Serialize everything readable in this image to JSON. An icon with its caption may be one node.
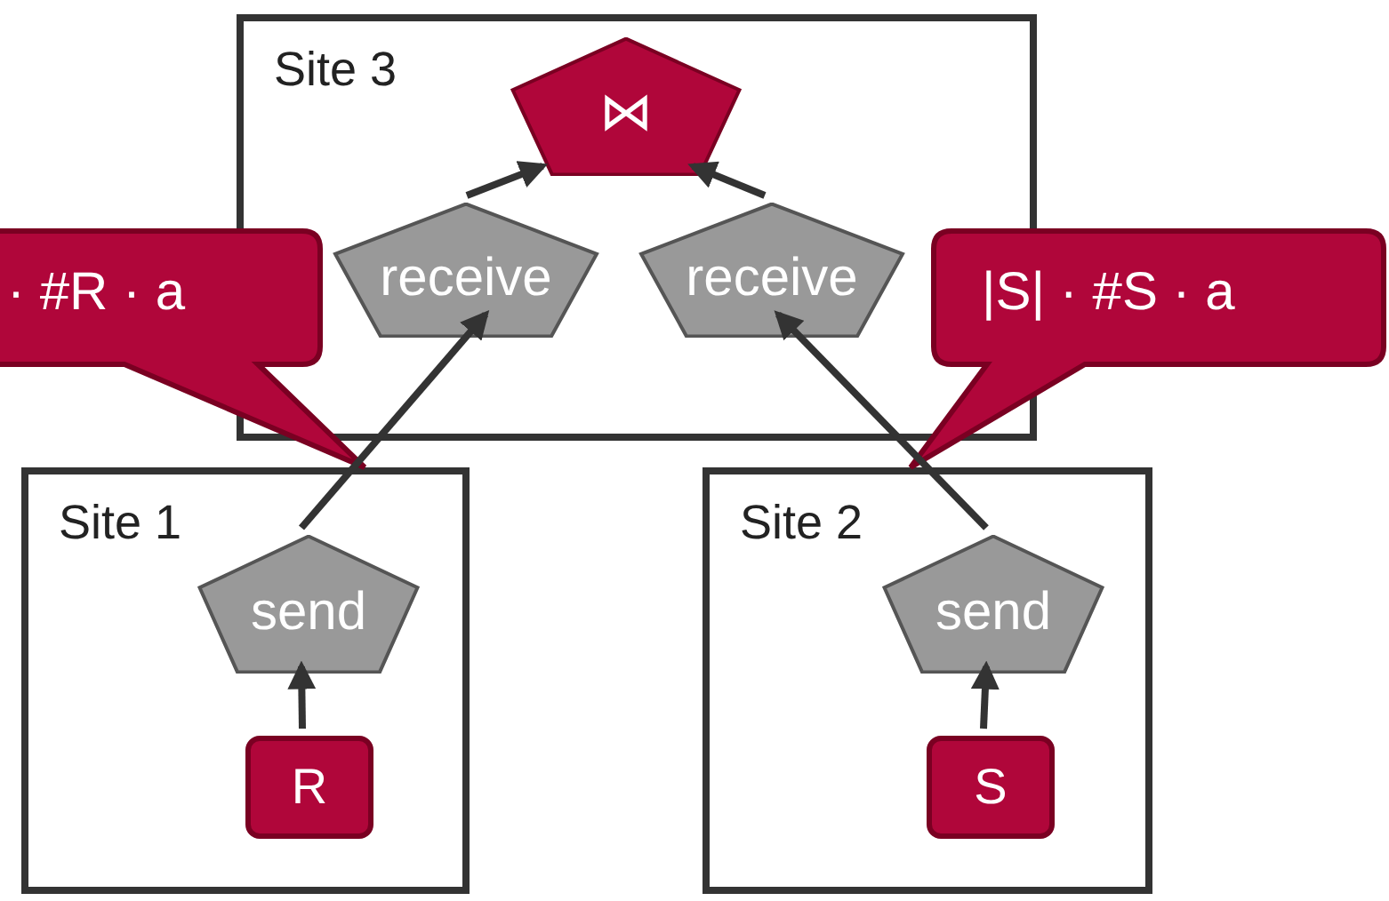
{
  "diagram": {
    "nodes": [
      {
        "text": [
          "Site 3"
        ]
      },
      {
        "text": [
          "⋈"
        ],
        "in": 0
      },
      {
        "text": [
          "receive"
        ],
        "in": 0
      },
      {
        "text": [
          "receive"
        ],
        "in": 0
      },
      {
        "text": [
          "Site 1"
        ]
      },
      {
        "text": [
          "send"
        ],
        "in": 4
      },
      {
        "text": [
          "R"
        ],
        "in": 4
      },
      {
        "text": [
          "Site 2"
        ]
      },
      {
        "text": [
          "send"
        ],
        "in": 7
      },
      {
        "text": [
          "S"
        ],
        "in": 7
      },
      {
        "text": [
          "· #R · a"
        ]
      },
      {
        "text": [
          "|S| · #S · a"
        ]
      }
    ],
    "edges": [
      {
        "from": 6,
        "to": 5,
        "arrow": "to"
      },
      {
        "from": 5,
        "to": 2,
        "arrow": "to"
      },
      {
        "from": 2,
        "to": 1,
        "arrow": "to"
      },
      {
        "from": 9,
        "to": 8,
        "arrow": "to"
      },
      {
        "from": 8,
        "to": 3,
        "arrow": "to"
      },
      {
        "from": 3,
        "to": 1,
        "arrow": "to"
      }
    ]
  }
}
